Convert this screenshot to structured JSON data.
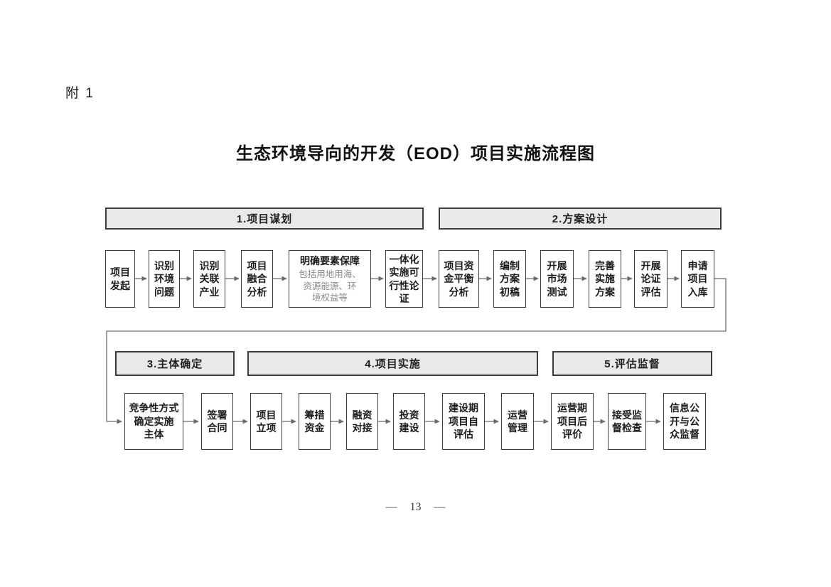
{
  "doc": {
    "attachment_label": "附 1",
    "title": "生态环境导向的开发（EOD）项目实施流程图",
    "page_number": "— 13 —"
  },
  "flow": {
    "stages": [
      {
        "label": "1.项目谋划"
      },
      {
        "label": "2.方案设计"
      },
      {
        "label": "3.主体确定"
      },
      {
        "label": "4.项目实施"
      },
      {
        "label": "5.评估监督"
      }
    ],
    "row1": [
      {
        "label": "项目\n发起"
      },
      {
        "label": "识别\n环境\n问题"
      },
      {
        "label": "识别\n关联\n产业"
      },
      {
        "label": "项目\n融合\n分析"
      },
      {
        "label": "明确要素保障",
        "note": "包括用地用海、\n资源能源、环\n境权益等"
      },
      {
        "label": "一体化\n实施可\n行性论\n证"
      },
      {
        "label": "项目资\n金平衡\n分析"
      },
      {
        "label": "编制\n方案\n初稿"
      },
      {
        "label": "开展\n市场\n测试"
      },
      {
        "label": "完善\n实施\n方案"
      },
      {
        "label": "开展\n论证\n评估"
      },
      {
        "label": "申请\n项目\n入库"
      }
    ],
    "row2": [
      {
        "label": "竞争性方式\n确定实施\n主体"
      },
      {
        "label": "签署\n合同"
      },
      {
        "label": "项目\n立项"
      },
      {
        "label": "筹措\n资金"
      },
      {
        "label": "融资\n对接"
      },
      {
        "label": "投资\n建设"
      },
      {
        "label": "建设期\n项目自\n评估"
      },
      {
        "label": "运营\n管理"
      },
      {
        "label": "运营期\n项目后\n评价"
      },
      {
        "label": "接受监\n督检查"
      },
      {
        "label": "信息公\n开与公\n众监督"
      }
    ],
    "colors": {
      "stage_fill": "#e9e9e9",
      "box_border": "#3c3c3c",
      "arrow": "#6b6b6b",
      "note_text": "#8c8c8c"
    }
  }
}
